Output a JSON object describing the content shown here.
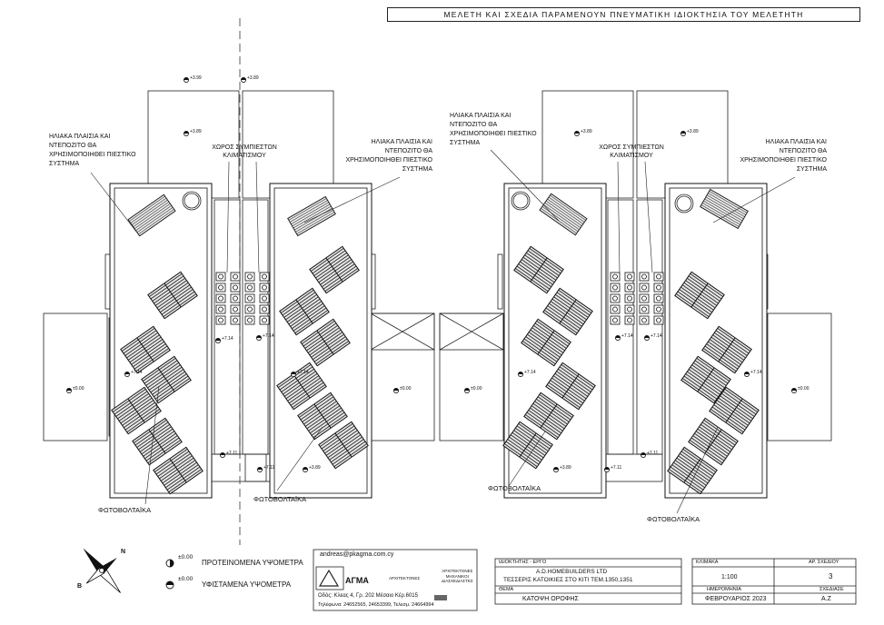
{
  "banner": "ΜΕΛΕΤΗ ΚΑΙ ΣΧΕΔΙΑ ΠΑΡΑΜΕΝΟΥΝ ΠΝΕΥΜΑΤΙΚΗ ΙΔΙΟΚΤΗΣΙΑ ΤΟΥ ΜΕΛΕΤΗΤΗ",
  "annotations": {
    "pv_label": "ΦΩΤΟΒΟΛΤΑΪΚΑ",
    "solar_heater_l1": "ΗΛΙΑΚΑ ΠΛΑΙΣΙΑ ΚΑΙ",
    "solar_heater_l2": "ΝΤΕΠΟΖΙΤΟ ΘΑ",
    "solar_heater_l3": "ΧΡΗΣΙΜΟΠΟΙΗΘΕΙ ΠΙΕΣΤΙΚΟ",
    "solar_heater_l4": "ΣΥΣΤΗΜΑ",
    "ac_space_l1": "ΧΩΡΟΣ ΣΥΜΠΙΕΣΤΩΝ",
    "ac_space_l2": "ΚΛΙΜΑΤΙΣΜΟΥ"
  },
  "levels": {
    "roof": "+7.14",
    "ground": "±0.00",
    "lower": "+3.99",
    "small": "+7.11",
    "top": "+3.89"
  },
  "legend": {
    "proposed_value": "±0.00",
    "proposed_label": "ΠΡΟΤΕΙΝΟΜΕΝΑ ΥΨΟΜΕΤΡΑ",
    "existing_value": "±0.00",
    "existing_label": "ΥΦΙΣΤΑΜΕΝΑ ΥΨΟΜΕΤΡΑ"
  },
  "north": {
    "n": "N",
    "b": "B"
  },
  "office": {
    "email": "andreas@pkagma.com.cy",
    "brand": "ΑΓΜΑ",
    "sub": "ΑΡΧΙΤΕΚΤΟΝΕΣ",
    "services_l1": "ΑΡΧΙΤΕΚΤΟΝΕΣ",
    "services_l2": "ΜΗΧΑΝΙΚΟΙ",
    "services_l3": "ΔΙΑΣΧΕΔΙΑΣΤΕΣ",
    "address": "Οδός: Κλεας 4, Γρ. 202 Μέσαιο Κέρ.6015",
    "phones": "Τηλέφωνα: 24652565, 24653399, Τελεσμ. 24664994"
  },
  "titleblock": {
    "owner_hdr": "ΙΔΙΟΚΤΗΤΗΣ  -  ΕΡΓΟ",
    "project_l1": "A.D.HOMEBUILDERS LTD",
    "project_l2": "ΤΕΣΣΕΡΙΣ ΚΑΤΟΙΚΙΕΣ ΣΤΟ ΚΙΤΙ  ΤΕΜ.1350,1351",
    "theme_hdr": "ΘΕΜΑ",
    "theme": "ΚΑΤΟΨΗ ΟΡΟΦΗΣ",
    "scale_hdr": "ΚΛΙΜΑΚΑ",
    "scale": "1:100",
    "drawing_no_hdr": "ΑΡ. ΣΧΕΔΙΟΥ",
    "drawing_no": "3",
    "date_hdr": "ΗΜΕΡΟΜΗΝΙΑ",
    "date": "ΦΕΒΡΟΥΑΡΙΟΣ 2023",
    "drawn_hdr": "ΣΧΕΔΙΑΣΕ",
    "drawn": "Α.Ζ"
  }
}
